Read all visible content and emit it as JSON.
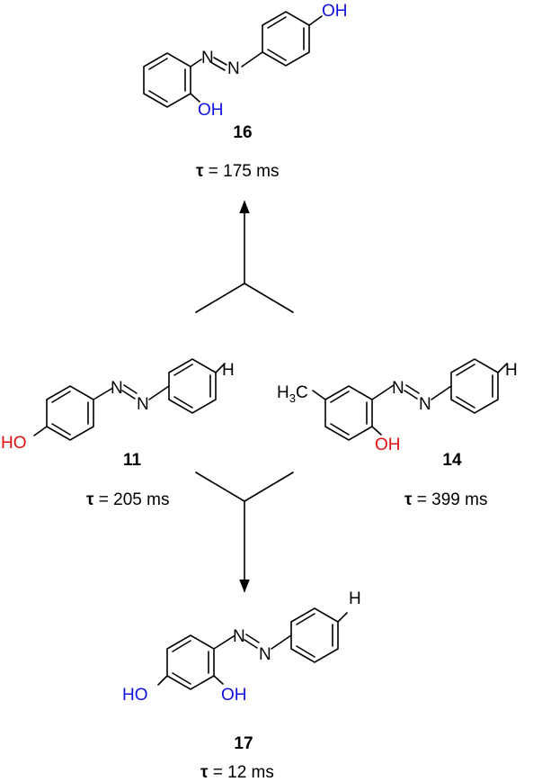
{
  "colors": {
    "line": "#000000",
    "oh_blue": "#1010e0",
    "oh_red": "#e01010"
  },
  "compounds": {
    "c16": {
      "number": "16",
      "tau_symbol": "τ",
      "tau_rest": " = 175 ms",
      "oh_top": "OH",
      "oh_ortho": "OH",
      "n1": "N",
      "n2": "N"
    },
    "c11": {
      "number": "11",
      "tau_symbol": "τ",
      "tau_rest": " = 205 ms",
      "oh": "HO",
      "h": "H",
      "n1": "N",
      "n2": "N"
    },
    "c14": {
      "number": "14",
      "tau_symbol": "τ",
      "tau_rest": " = 399 ms",
      "methyl_h": "H",
      "methyl_sub": "3",
      "methyl_c": "C",
      "oh": "OH",
      "h": "H",
      "n1": "N",
      "n2": "N"
    },
    "c17": {
      "number": "17",
      "tau_symbol": "τ",
      "tau_rest": " = 12 ms",
      "oh_para": "HO",
      "oh_ortho": "OH",
      "h": "H",
      "n1": "N",
      "n2": "N"
    }
  }
}
